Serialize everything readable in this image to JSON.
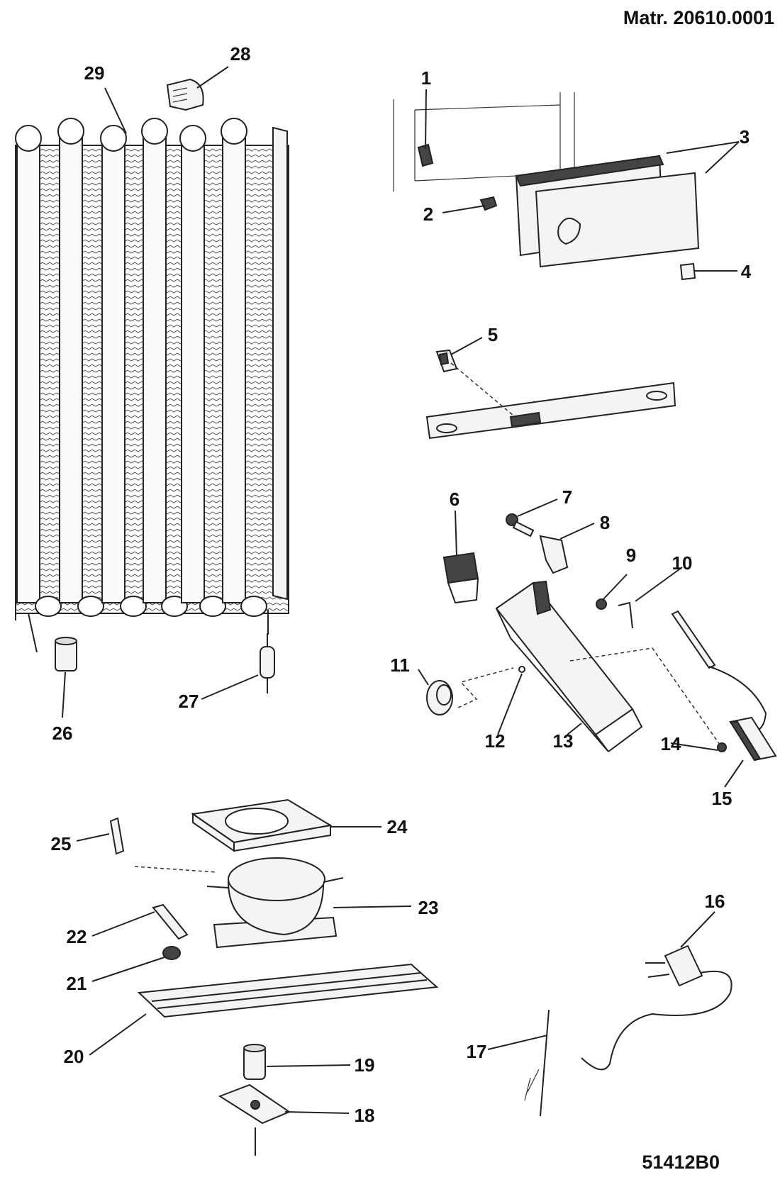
{
  "header": {
    "matr": "Matr. 20610.0001",
    "code": "51412B0"
  },
  "callouts": [
    {
      "id": "1",
      "part": "1"
    },
    {
      "id": "2",
      "part": "2"
    },
    {
      "id": "3",
      "part": "3"
    },
    {
      "id": "4",
      "part": "4"
    },
    {
      "id": "5",
      "part": "5"
    },
    {
      "id": "6",
      "part": "6"
    },
    {
      "id": "7",
      "part": "7"
    },
    {
      "id": "8",
      "part": "8"
    },
    {
      "id": "9",
      "part": "9"
    },
    {
      "id": "10",
      "part": "10"
    },
    {
      "id": "11",
      "part": "11"
    },
    {
      "id": "12",
      "part": "12"
    },
    {
      "id": "13",
      "part": "13"
    },
    {
      "id": "14",
      "part": "14"
    },
    {
      "id": "15",
      "part": "15"
    },
    {
      "id": "16",
      "part": "16"
    },
    {
      "id": "17",
      "part": "17"
    },
    {
      "id": "18",
      "part": "18"
    },
    {
      "id": "19",
      "part": "19"
    },
    {
      "id": "20",
      "part": "20"
    },
    {
      "id": "21",
      "part": "21"
    },
    {
      "id": "22",
      "part": "22"
    },
    {
      "id": "23",
      "part": "23"
    },
    {
      "id": "24",
      "part": "24"
    },
    {
      "id": "25",
      "part": "25"
    },
    {
      "id": "26",
      "part": "26"
    },
    {
      "id": "27",
      "part": "27"
    },
    {
      "id": "28",
      "part": "28"
    },
    {
      "id": "29",
      "part": "29"
    }
  ]
}
